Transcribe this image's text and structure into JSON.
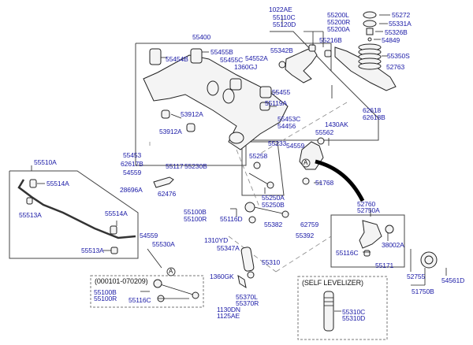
{
  "diagram": {
    "title": "Rear Suspension Exploded Parts Diagram",
    "notes": {
      "self_levelizer": "(SELF LEVELIZER)",
      "date_range": "(000101-070209)",
      "ref_marker": "A"
    },
    "labels": {
      "p1022AE": "1022AE",
      "p55110C": "55110C",
      "p55120D": "55120D",
      "p55200L": "55200L",
      "p55200R": "55200R",
      "p55200A": "55200A",
      "p55272": "55272",
      "p55331A": "55331A",
      "p55326B": "55326B",
      "p54849": "54849",
      "p55350S": "55350S",
      "p52763": "52763",
      "p55216B": "55216B",
      "p55342B": "55342B",
      "p55400": "55400",
      "p55454B": "55454B",
      "p55455B": "55455B",
      "p55455C": "55455C",
      "p54552A": "54552A",
      "p1360GJ": "1360GJ",
      "p55455": "55455",
      "p55119A": "55119A",
      "p55453C": "55453C",
      "p54456": "54456",
      "p53912A_1": "53912A",
      "p53912A_2": "53912A",
      "p62618": "62618",
      "p62618B": "62618B",
      "p1430AK": "1430AK",
      "p55562": "55562",
      "p55233": "55233",
      "p54559_a": "54559",
      "p55258": "55258",
      "p51768": "51768",
      "p55250A": "55250A",
      "p55250B": "55250B",
      "p55453": "55453",
      "p62617B": "62617B",
      "p54559_b": "54559",
      "p55117": "55117",
      "p55230B": "55230B",
      "p28696A": "28696A",
      "p62476": "62476",
      "p55510A": "55510A",
      "p55514A_1": "55514A",
      "p55513A_1": "55513A",
      "p55514A_2": "55514A",
      "p55513A_2": "55513A",
      "p54559_c": "54559",
      "p55530A": "55530A",
      "p55100B_a": "55100B",
      "p55100R_a": "55100R",
      "p55116D": "55116D",
      "p55382": "55382",
      "p62759": "62759",
      "p55392": "55392",
      "p1310YD": "1310YD",
      "p55347A": "55347A",
      "p1360GK": "1360GK",
      "p55310": "55310",
      "p55370L": "55370L",
      "p55370R": "55370R",
      "p1130DN": "1130DN",
      "p1125AE": "1125AE",
      "p55100B_b": "55100B",
      "p55100R_b": "55100R",
      "p55116C_b": "55116C",
      "p52760": "52760",
      "p52750A": "52750A",
      "p38002A": "38002A",
      "p55116C_a": "55116C",
      "p55171": "55171",
      "p52755": "52755",
      "p51750B": "51750B",
      "p54561D": "54561D",
      "p55310C": "55310C",
      "p55310D": "55310D"
    }
  }
}
